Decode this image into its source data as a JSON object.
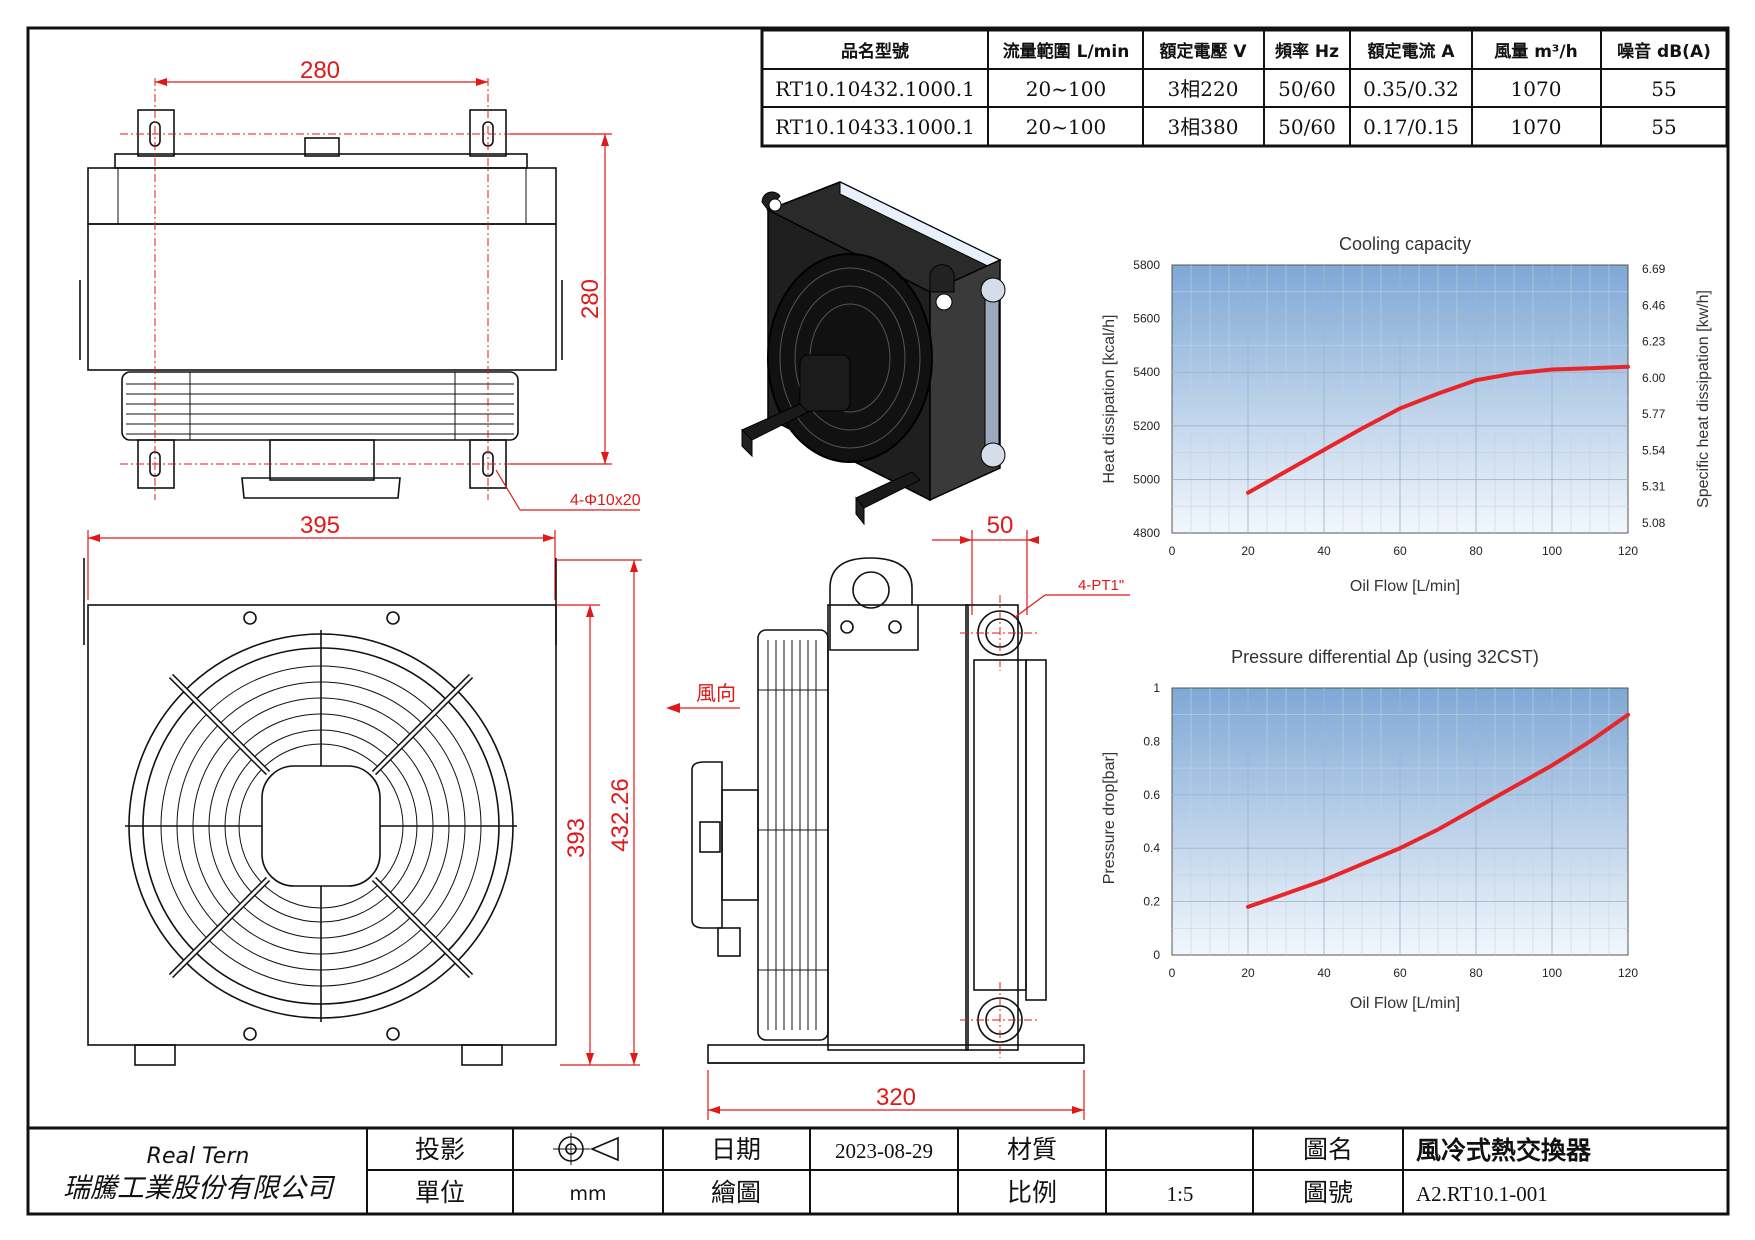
{
  "spec_table": {
    "headers": [
      "品名型號",
      "流量範圍 L/min",
      "額定電壓 V",
      "頻率 Hz",
      "額定電流 A",
      "風量 m³/h",
      "噪音 dB(A)"
    ],
    "rows": [
      [
        "RT10.10432.1000.1",
        "20~100",
        "3相220",
        "50/60",
        "0.35/0.32",
        "1070",
        "55"
      ],
      [
        "RT10.10433.1000.1",
        "20~100",
        "3相380",
        "50/60",
        "0.17/0.15",
        "1070",
        "55"
      ]
    ]
  },
  "dimensions": {
    "top_width": "280",
    "top_height": "280",
    "slot_callout": "4-Φ10x20",
    "front_width": "395",
    "front_height_inner": "393",
    "front_height_outer": "432.26",
    "side_depth": "50",
    "port_callout": "4-PT1\"",
    "base_width": "320",
    "airflow_label": "風向"
  },
  "chart_data": [
    {
      "type": "line",
      "title": "Cooling capacity",
      "xlabel": "Oil Flow [L/min]",
      "ylabel": "Heat dissipation [kcal/h]",
      "y2label": "Specific heat dissipation [kw/h]",
      "xlim": [
        0,
        120
      ],
      "ylim": [
        4800,
        5800
      ],
      "xticks": [
        "0",
        "20",
        "40",
        "60",
        "80",
        "100",
        "120"
      ],
      "yticks": [
        "4800",
        "5000",
        "5200",
        "5400",
        "5600",
        "5800"
      ],
      "y2ticks": [
        "5.08",
        "5.31",
        "5.54",
        "5.77",
        "6.00",
        "6.23",
        "6.46",
        "6.69"
      ],
      "grid": true,
      "line_color": "#e8262a",
      "series": [
        {
          "x": [
            20,
            30,
            40,
            50,
            60,
            70,
            80,
            90,
            100,
            110,
            120
          ],
          "y": [
            4950,
            5030,
            5110,
            5190,
            5265,
            5320,
            5370,
            5395,
            5410,
            5415,
            5420
          ]
        }
      ]
    },
    {
      "type": "line",
      "title": "Pressure differential Δp (using 32CST)",
      "xlabel": "Oil Flow [L/min]",
      "ylabel": "Pressure drop[bar]",
      "xlim": [
        0,
        120
      ],
      "ylim": [
        0,
        1
      ],
      "xticks": [
        "0",
        "20",
        "40",
        "60",
        "80",
        "100",
        "120"
      ],
      "yticks": [
        "0",
        "0.2",
        "0.4",
        "0.6",
        "0.8",
        "1"
      ],
      "grid": true,
      "line_color": "#e8262a",
      "series": [
        {
          "x": [
            20,
            30,
            40,
            50,
            60,
            70,
            80,
            90,
            100,
            110,
            120
          ],
          "y": [
            0.18,
            0.23,
            0.28,
            0.34,
            0.4,
            0.47,
            0.55,
            0.63,
            0.71,
            0.8,
            0.9
          ]
        }
      ]
    }
  ],
  "title_block": {
    "company_en": "Real Tern",
    "company_zh": "瑞騰工業股份有限公司",
    "projection_label": "投影",
    "unit_label": "單位",
    "unit_value": "mm",
    "date_label": "日期",
    "date_value": "2023-08-29",
    "drawn_label": "繪圖",
    "drawn_value": "",
    "material_label": "材質",
    "material_value": "",
    "scale_label": "比例",
    "scale_value": "1:5",
    "name_label": "圖名",
    "name_value": "風冷式熱交換器",
    "number_label": "圖號",
    "number_value": "A2.RT10.1-001"
  }
}
